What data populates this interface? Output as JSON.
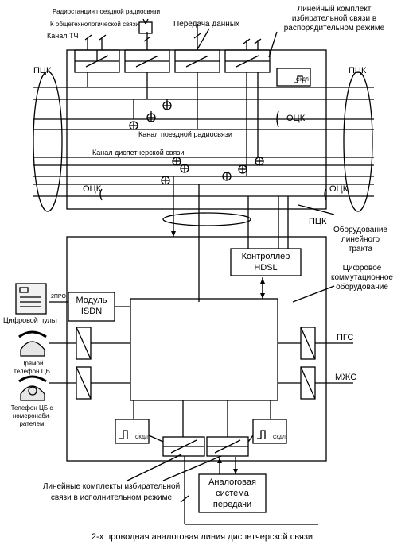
{
  "labels": {
    "radio_link": "Радиостанция поездной радиосвязи",
    "general_link": "К общетехнологической связи",
    "tch_channel": "Канал ТЧ",
    "data_transfer": "Передача данных",
    "line_kit_dispatch_1": "Линейный комплект",
    "line_kit_dispatch_2": "избирательной связи в",
    "line_kit_dispatch_3": "распорядительном режиме",
    "pck": "ПЦК",
    "ock": "ОЦК",
    "train_radio_channel": "Канал поездной радиосвязи",
    "dispatch_channel": "Канал диспетчерской связи",
    "line_equipment_1": "Оборудование",
    "line_equipment_2": "линейного",
    "line_equipment_3": "тракта",
    "hdsl_1": "Контроллер",
    "hdsl_2": "HDSL",
    "isdn_1": "Модуль",
    "isdn_2": "ISDN",
    "digital_switch_1": "Цифровое",
    "digital_switch_2": "коммутационное",
    "digital_switch_3": "оборудование",
    "two_wire_small": "2ПРО",
    "digital_console": "Цифровой пульт",
    "direct_phone_1": "Прямой",
    "direct_phone_2": "телефон ЦБ",
    "dial_phone_1": "Телефон ЦБ с",
    "dial_phone_2": "номеронаби-",
    "dial_phone_3": "рателем",
    "pgs": "ПГС",
    "mzhs": "МЖС",
    "skdl": "СКДЛ",
    "line_kit_exec_1": "Линейные комплекты избирательной",
    "line_kit_exec_2": "связи в исполнительном режиме",
    "analog_sys_1": "Аналоговая",
    "analog_sys_2": "система",
    "analog_sys_3": "передачи",
    "caption": "2-х проводная аналоговая линия диспетчерской связи"
  },
  "colors": {
    "line": "#000000",
    "background": "#ffffff"
  },
  "icons": [
    "digital-console-icon",
    "direct-phone-icon",
    "dial-phone-icon",
    "antenna-icon"
  ]
}
